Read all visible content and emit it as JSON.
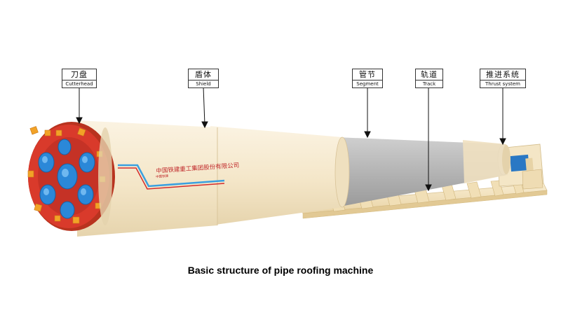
{
  "labels": {
    "cutterhead": {
      "zh": "刀盘",
      "en": "Cutterhead"
    },
    "shield": {
      "zh": "盾体",
      "en": "Shield"
    },
    "segment": {
      "zh": "管节",
      "en": "Segment"
    },
    "track": {
      "zh": "轨道",
      "en": "Track"
    },
    "thrust": {
      "zh": "推进系统",
      "en": "Thrust system"
    }
  },
  "brand": {
    "company": "中国铁建重工集团股份有限公司",
    "logo_text": "中国铁建"
  },
  "caption": "Basic structure of pipe roofing machine",
  "colors": {
    "shield_body": "#f6ead1",
    "segment": "#b9b9b9",
    "track": "#f3e2bc",
    "cutter_red": "#d93a2b",
    "cutter_blue": "#2b88d8",
    "tooth_orange": "#f2a227",
    "stripe_blue": "#3aa0e0",
    "stripe_red": "#d42b2b"
  }
}
